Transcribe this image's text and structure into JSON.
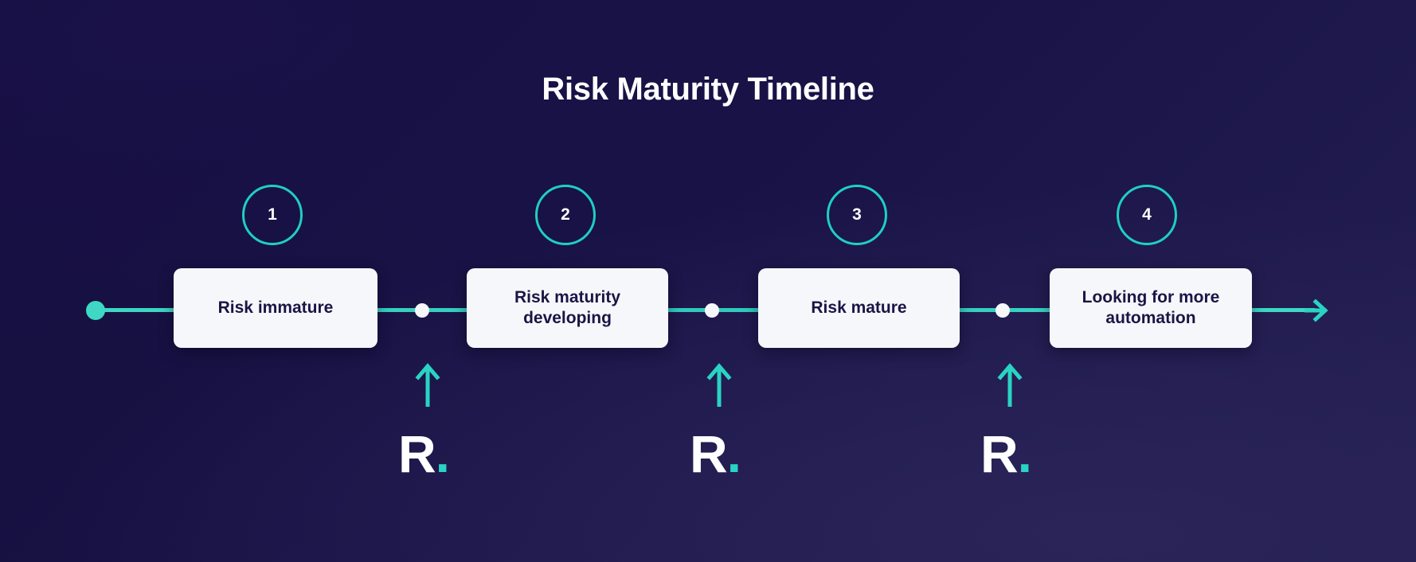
{
  "title": "Risk Maturity Timeline",
  "theme": {
    "background_dark": "#16113f",
    "background_light": "#241f52",
    "accent_teal": "#2ad3c3",
    "card_bg": "#f6f7fb",
    "card_text": "#1a1545",
    "title_color": "#ffffff"
  },
  "timeline": {
    "start_marker": "start-dot",
    "end_marker": "arrow-right",
    "steps": [
      {
        "number": "1",
        "label": "Risk immature",
        "lines": [
          "Risk immature"
        ]
      },
      {
        "number": "2",
        "label": "Risk maturity developing",
        "lines": [
          "Risk maturity",
          "developing"
        ]
      },
      {
        "number": "3",
        "label": "Risk mature",
        "lines": [
          "Risk mature"
        ]
      },
      {
        "number": "4",
        "label": "Looking for more automation",
        "lines": [
          "Looking for more",
          "automation"
        ]
      }
    ],
    "connector_dots": 3
  },
  "markers": [
    {
      "arrow": "arrow-up",
      "logo_letter": "R",
      "logo_dot": "."
    },
    {
      "arrow": "arrow-up",
      "logo_letter": "R",
      "logo_dot": "."
    },
    {
      "arrow": "arrow-up",
      "logo_letter": "R",
      "logo_dot": "."
    }
  ]
}
